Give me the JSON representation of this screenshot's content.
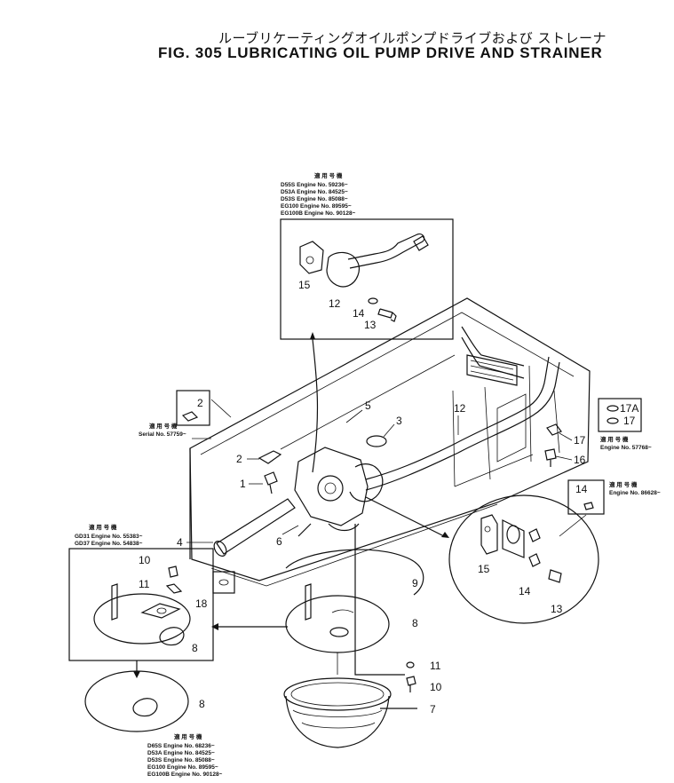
{
  "title_jp": "ルーブリケーティングオイルポンプドライブおよび ストレーナ",
  "title_en": "FIG. 305  LUBRICATING OIL PUMP DRIVE AND STRAINER",
  "notes": {
    "top": {
      "header": "適 用 号 機",
      "lines": [
        "D55S   Engine No. 59236~",
        "D53A   Engine No. 84525~",
        "D53S   Engine No. 85088~",
        "EG100  Engine No. 89595~",
        "EG100B Engine No. 90128~"
      ]
    },
    "left": {
      "header": "適 用 号 機",
      "line": "Serial No. 57759~"
    },
    "right_17": {
      "header": "適 用 号 機",
      "line": "Engine No. 57768~"
    },
    "right_14": {
      "header": "適 用 号 機",
      "line": "Engine No. 86628~"
    },
    "gd": {
      "header": "適 用 号 機",
      "lines": [
        "GD31 Engine No. 55383~",
        "GD37 Engine No. 54838~"
      ]
    },
    "bottom": {
      "header": "適 用 号 機",
      "lines": [
        "D65S   Engine No. 68236~",
        "D53A   Engine No. 84525~",
        "D53S   Engine No. 85088~",
        "EG100  Engine No. 89595~",
        "EG100B Engine No. 90128~"
      ]
    }
  },
  "callouts": {
    "c1": "1",
    "c2": "2",
    "c2box": "2",
    "c3": "3",
    "c4": "4",
    "c5": "5",
    "c6": "6",
    "c7": "7",
    "c8a": "8",
    "c8b": "8",
    "c8c": "8",
    "c9": "9",
    "c10a": "10",
    "c10b": "10",
    "c11a": "11",
    "c11b": "11",
    "c12a": "12",
    "c12b": "12",
    "c13a": "13",
    "c13b": "13",
    "c14a": "14",
    "c14b": "14",
    "c14box": "14",
    "c15a": "15",
    "c15b": "15",
    "c16": "16",
    "c17": "17",
    "c17a_box": "17A",
    "c17_box": "17",
    "c18": "18"
  }
}
